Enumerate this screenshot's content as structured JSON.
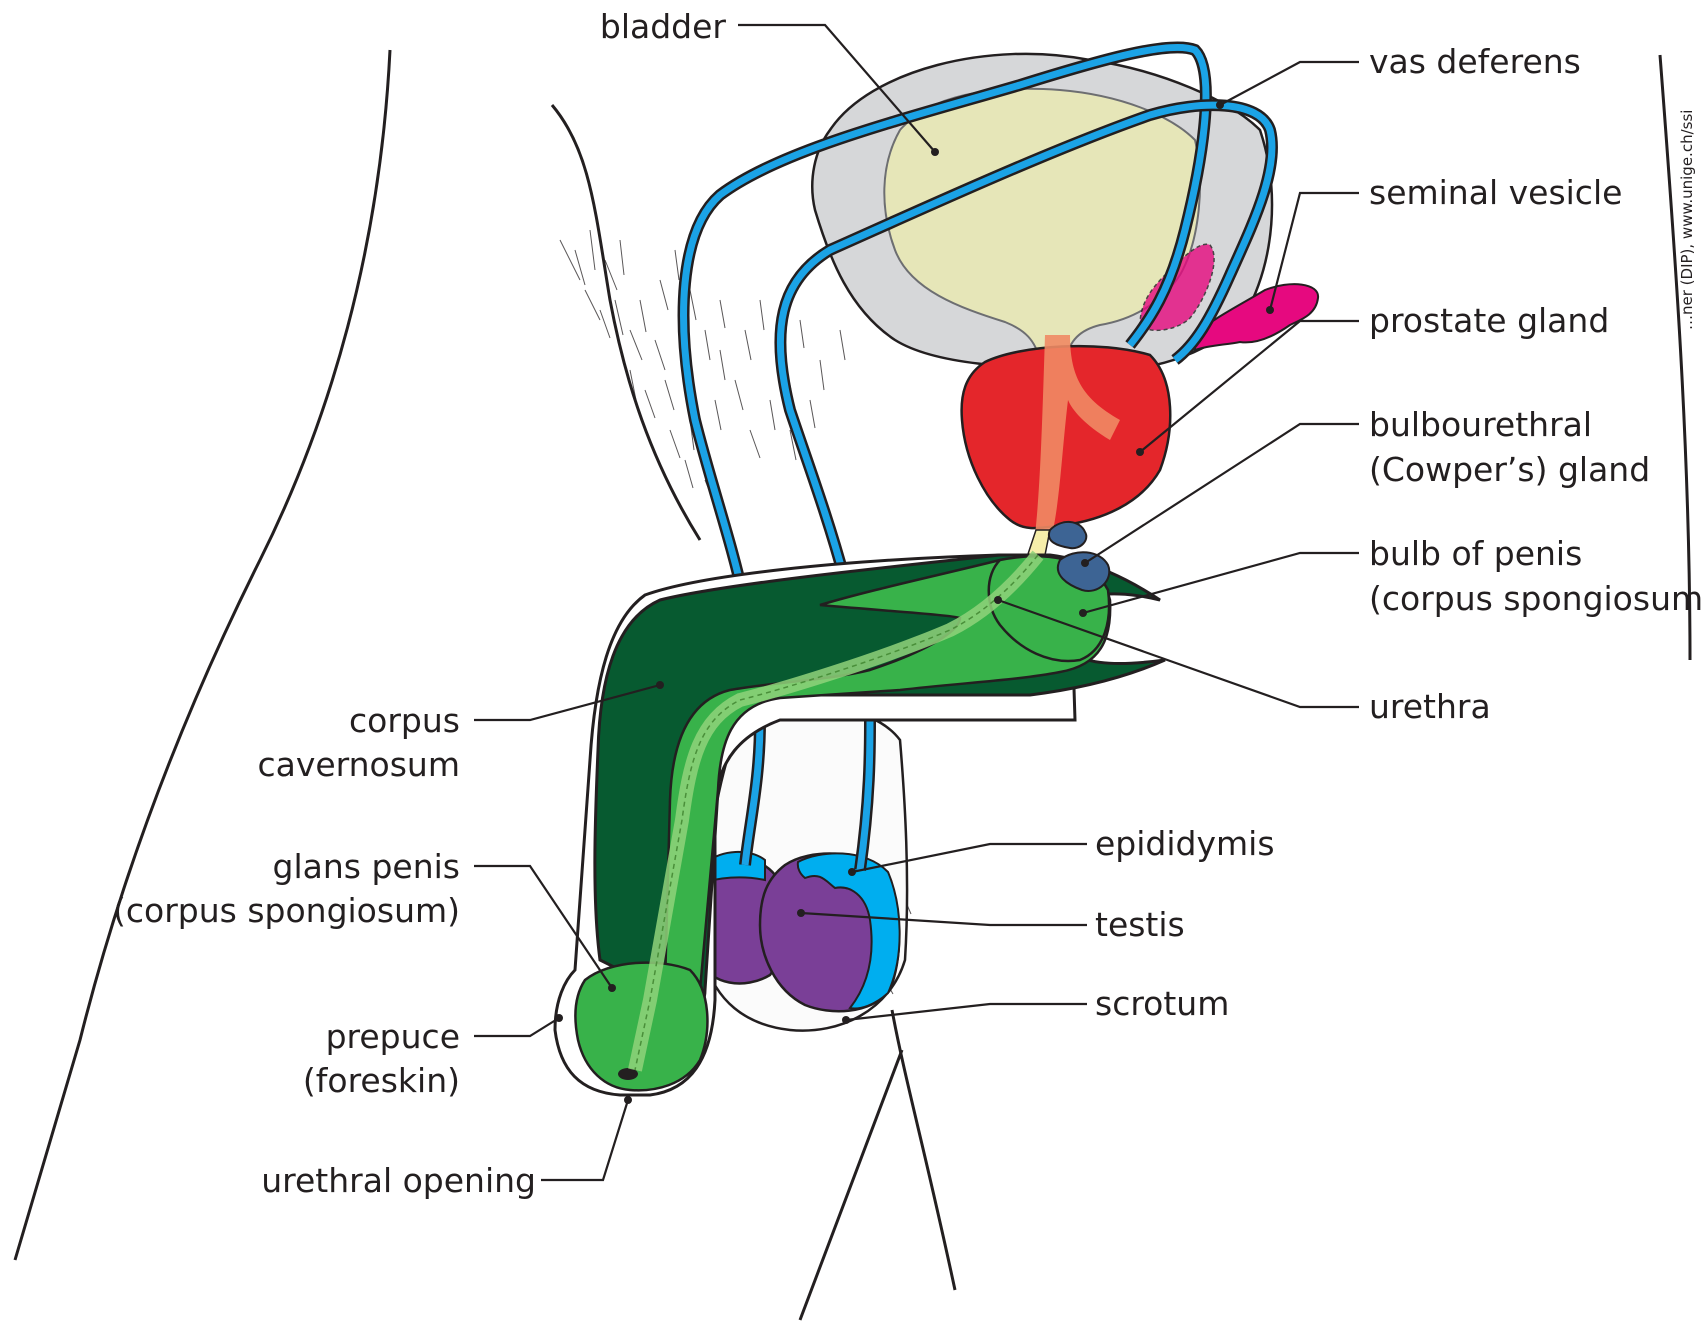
{
  "labels": {
    "bladder": "bladder",
    "vas_deferens": "vas deferens",
    "seminal_vesicle": "seminal vesicle",
    "prostate_gland": "prostate gland",
    "bulbourethral_1": "bulbourethral",
    "bulbourethral_2": "(Cowper’s) gland",
    "bulb_of_penis_1": "bulb of penis",
    "bulb_of_penis_2": "(corpus spongiosum)",
    "urethra": "urethra",
    "epididymis": "epididymis",
    "testis": "testis",
    "scrotum": "scrotum",
    "corpus_cavernosum_1": "corpus",
    "corpus_cavernosum_2": "cavernosum",
    "glans_penis_1": "glans penis",
    "glans_penis_2": "(corpus spongiosum)",
    "prepuce_1": "prepuce",
    "prepuce_2": "(foreskin)",
    "urethral_opening": "urethral opening"
  },
  "credit": "…ner (DIP), www.unige.ch/ssi",
  "colors": {
    "bladder": "#d6d7d9",
    "bladder_lumen": "#e6e6b8",
    "vas_deferens": "#1ba3e6",
    "seminal_vesicle": "#e6097f",
    "prostate": "#e4262b",
    "urethra_prostatic": "#f08a64",
    "bulbourethral": "#3d6494",
    "corpus_cavernosum": "#075a30",
    "corpus_spongiosum": "#38b24a",
    "testis": "#7a3f97",
    "epididymis": "#00aeef",
    "urethra_tube": "#8fd27a",
    "urethra_yellow": "#f6eeaa",
    "outline": "#231f20"
  }
}
